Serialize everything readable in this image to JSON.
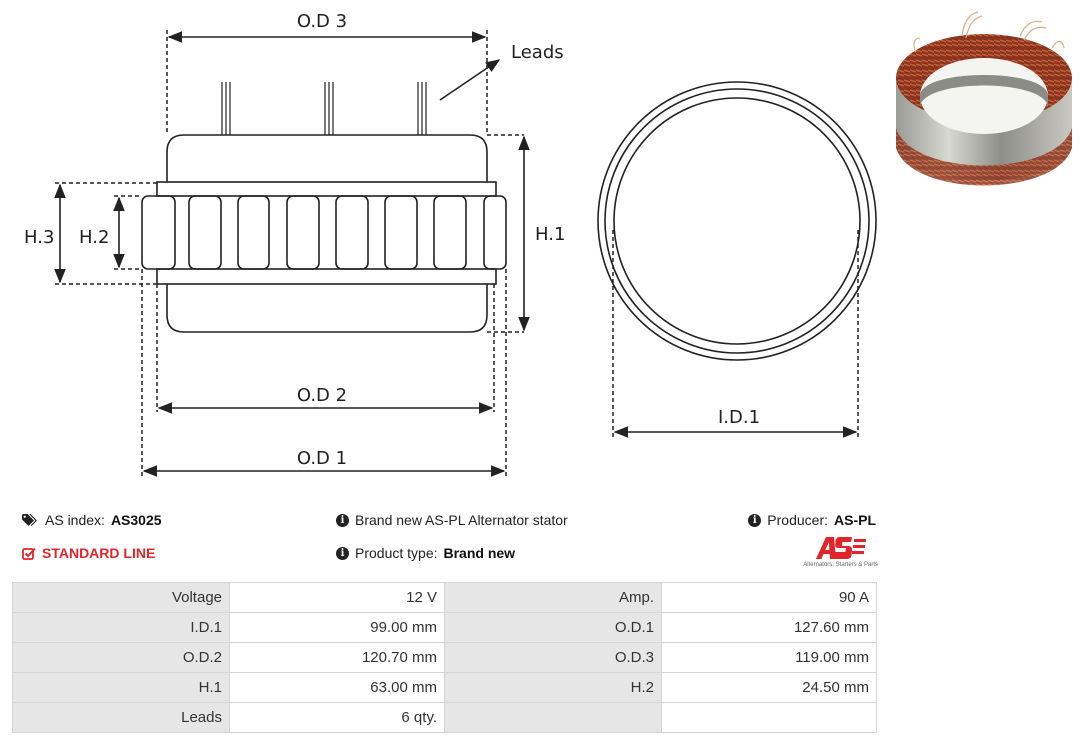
{
  "diagram": {
    "labels": {
      "od3": "O.D 3",
      "leads": "Leads",
      "h3": "H.3",
      "h2": "H.2",
      "h1": "H.1",
      "od2": "O.D 2",
      "od1": "O.D 1",
      "id1": "I.D.1"
    }
  },
  "info": {
    "as_index_label": "AS index:",
    "as_index_value": "AS3025",
    "description": "Brand new AS-PL Alternator stator",
    "producer_label": "Producer:",
    "producer_value": "AS-PL",
    "line_label": "STANDARD LINE",
    "product_type_label": "Product type:",
    "product_type_value": "Brand new",
    "logo_tagline": "Alternators, Starters & Parts"
  },
  "specs": [
    {
      "l1": "Voltage",
      "v1": "12 V",
      "l2": "Amp.",
      "v2": "90 A"
    },
    {
      "l1": "I.D.1",
      "v1": "99.00 mm",
      "l2": "O.D.1",
      "v2": "127.60 mm"
    },
    {
      "l1": "O.D.2",
      "v1": "120.70 mm",
      "l2": "O.D.3",
      "v2": "119.00 mm"
    },
    {
      "l1": "H.1",
      "v1": "63.00 mm",
      "l2": "H.2",
      "v2": "24.50 mm"
    },
    {
      "l1": "Leads",
      "v1": "6 qty.",
      "l2": "",
      "v2": ""
    }
  ],
  "colors": {
    "accent_red": "#e0262a",
    "label_bg": "#e6e6e6",
    "copper": "#a5452a"
  },
  "icons": [
    "tags-icon",
    "info-icon",
    "check-square-icon"
  ]
}
